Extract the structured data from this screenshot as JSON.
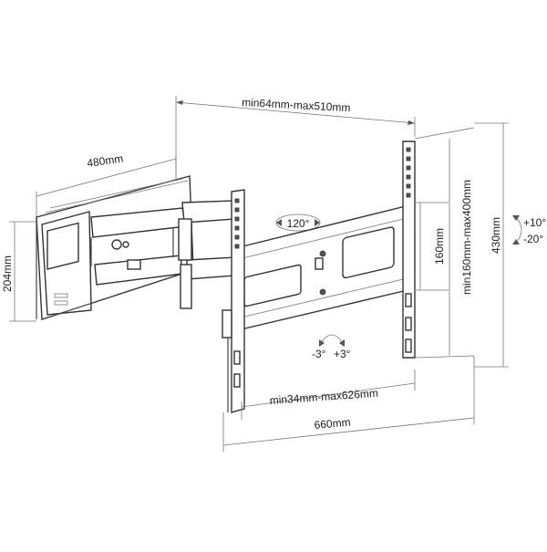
{
  "labels": {
    "width_range": "min64mm-max510mm",
    "depth": "480mm",
    "height_wall": "204mm",
    "swivel": "120°",
    "vesa_height_min": "160mm",
    "vesa_height_range": "min160mm-max400mm",
    "panel_height": "430mm",
    "tilt_up": "+10°",
    "tilt_down": "-20°",
    "rotate_minus": "-3°",
    "rotate_plus": "+3°",
    "extension_range": "min34mm-max626mm",
    "total_width": "660mm"
  }
}
